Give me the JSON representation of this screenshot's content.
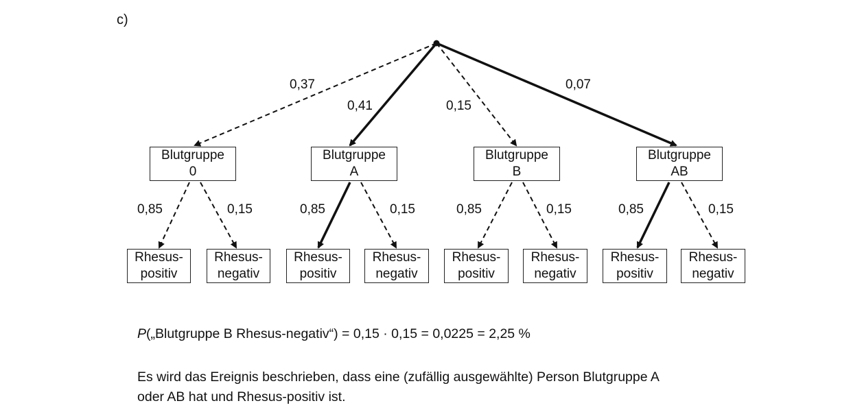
{
  "part_label": "c)",
  "root_probs": [
    "0,37",
    "0,41",
    "0,15",
    "0,07"
  ],
  "groups": [
    {
      "line1": "Blutgruppe",
      "line2": "0",
      "probs": [
        "0,85",
        "0,15"
      ]
    },
    {
      "line1": "Blutgruppe",
      "line2": "A",
      "probs": [
        "0,85",
        "0,15"
      ]
    },
    {
      "line1": "Blutgruppe",
      "line2": "B",
      "probs": [
        "0,85",
        "0,15"
      ]
    },
    {
      "line1": "Blutgruppe",
      "line2": "AB",
      "probs": [
        "0,85",
        "0,15"
      ]
    }
  ],
  "leaf_labels": {
    "pos_line1": "Rhesus-",
    "pos_line2": "positiv",
    "neg_line1": "Rhesus-",
    "neg_line2": "negativ"
  },
  "highlighted_paths": [
    "A",
    "AB"
  ],
  "formula": {
    "p": "P",
    "rest": "(„Blutgruppe B Rhesus-negativ“) = 0,15 · 0,15 = 0,0225 = 2,25 %"
  },
  "description": {
    "line1": "Es wird das Ereignis beschrieben, dass eine (zufällig ausgewählte) Person Blutgruppe A",
    "line2": "oder AB hat und Rhesus-positiv ist."
  },
  "colors": {
    "ink": "#111111",
    "box_border": "#222222"
  }
}
